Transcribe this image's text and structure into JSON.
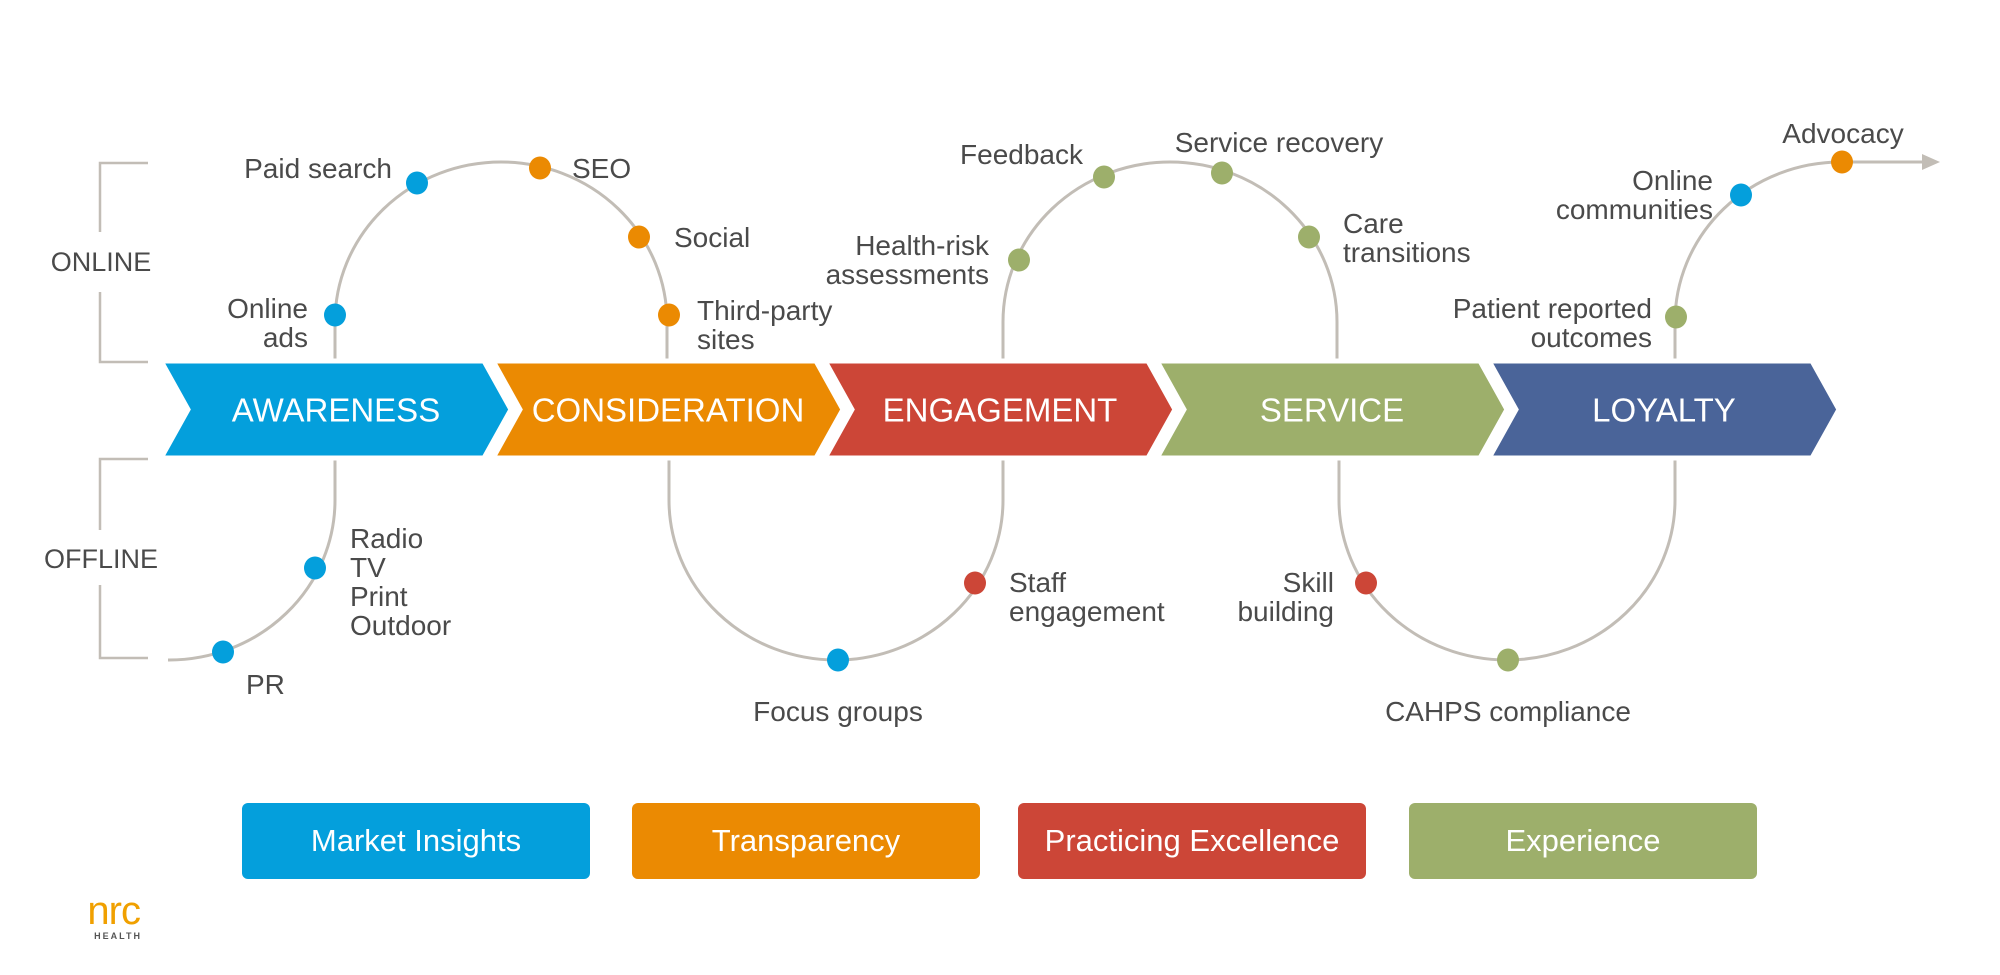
{
  "colors": {
    "blue": "#049fdc",
    "orange": "#eb8a02",
    "red": "#cc4637",
    "green": "#9daf6b",
    "navy": "#4a6499",
    "line": "#c2bdb6",
    "text": "#4a4a4a",
    "logo": "#f0a000"
  },
  "channels": {
    "online": "ONLINE",
    "offline": "OFFLINE"
  },
  "stages": [
    {
      "label": "AWARENESS",
      "color": "#049fdc"
    },
    {
      "label": "CONSIDERATION",
      "color": "#eb8a02"
    },
    {
      "label": "ENGAGEMENT",
      "color": "#cc4637"
    },
    {
      "label": "SERVICE",
      "color": "#9daf6b"
    },
    {
      "label": "LOYALTY",
      "color": "#4a6499"
    }
  ],
  "touchpoints": [
    {
      "id": "online-ads",
      "lines": [
        "Online",
        "ads"
      ],
      "color": "#049fdc"
    },
    {
      "id": "paid-search",
      "lines": [
        "Paid search"
      ],
      "color": "#049fdc"
    },
    {
      "id": "seo",
      "lines": [
        "SEO"
      ],
      "color": "#eb8a02"
    },
    {
      "id": "social",
      "lines": [
        "Social"
      ],
      "color": "#eb8a02"
    },
    {
      "id": "third-party-sites",
      "lines": [
        "Third-party",
        "sites"
      ],
      "color": "#eb8a02"
    },
    {
      "id": "radio-tv-print-outdoor",
      "lines": [
        "Radio",
        "TV",
        "Print",
        "Outdoor"
      ],
      "color": "#049fdc"
    },
    {
      "id": "pr",
      "lines": [
        "PR"
      ],
      "color": "#049fdc"
    },
    {
      "id": "focus-groups",
      "lines": [
        "Focus groups"
      ],
      "color": "#049fdc"
    },
    {
      "id": "staff-engagement",
      "lines": [
        "Staff",
        "engagement"
      ],
      "color": "#cc4637"
    },
    {
      "id": "health-risk-assessments",
      "lines": [
        "Health-risk",
        "assessments"
      ],
      "color": "#9daf6b"
    },
    {
      "id": "feedback",
      "lines": [
        "Feedback"
      ],
      "color": "#9daf6b"
    },
    {
      "id": "service-recovery",
      "lines": [
        "Service recovery"
      ],
      "color": "#9daf6b"
    },
    {
      "id": "care-transitions",
      "lines": [
        "Care",
        "transitions"
      ],
      "color": "#9daf6b"
    },
    {
      "id": "skill-building",
      "lines": [
        "Skill",
        "building"
      ],
      "color": "#cc4637"
    },
    {
      "id": "cahps-compliance",
      "lines": [
        "CAHPS compliance"
      ],
      "color": "#9daf6b"
    },
    {
      "id": "patient-reported-outcomes",
      "lines": [
        "Patient reported",
        "outcomes"
      ],
      "color": "#9daf6b"
    },
    {
      "id": "online-communities",
      "lines": [
        "Online",
        "communities"
      ],
      "color": "#049fdc"
    },
    {
      "id": "advocacy",
      "lines": [
        "Advocacy"
      ],
      "color": "#eb8a02"
    }
  ],
  "legend": [
    {
      "label": "Market Insights",
      "color": "#049fdc"
    },
    {
      "label": "Transparency",
      "color": "#eb8a02"
    },
    {
      "label": "Practicing Excellence",
      "color": "#cc4637"
    },
    {
      "label": "Experience",
      "color": "#9daf6b"
    }
  ],
  "logo": {
    "brand": "nrc",
    "sub": "HEALTH"
  }
}
